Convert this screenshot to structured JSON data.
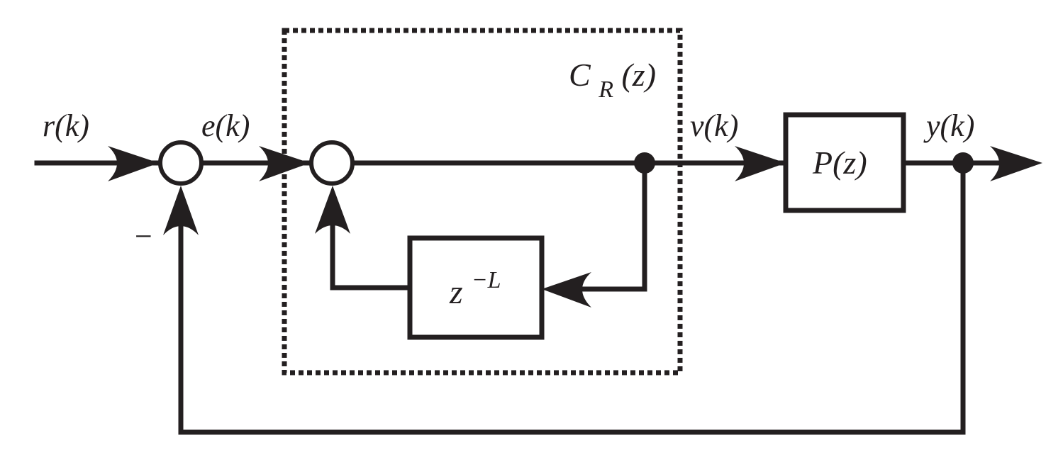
{
  "diagram": {
    "signals": {
      "reference": "r(k)",
      "error": "e(k)",
      "control": "v(k)",
      "output": "y(k)"
    },
    "blocks": {
      "controller_label": "C",
      "controller_subscript": "R",
      "controller_arg": "(z)",
      "plant": "P(z)",
      "delay_base": "z",
      "delay_exponent": "−L"
    },
    "signs": {
      "negative_feedback": "−"
    }
  }
}
